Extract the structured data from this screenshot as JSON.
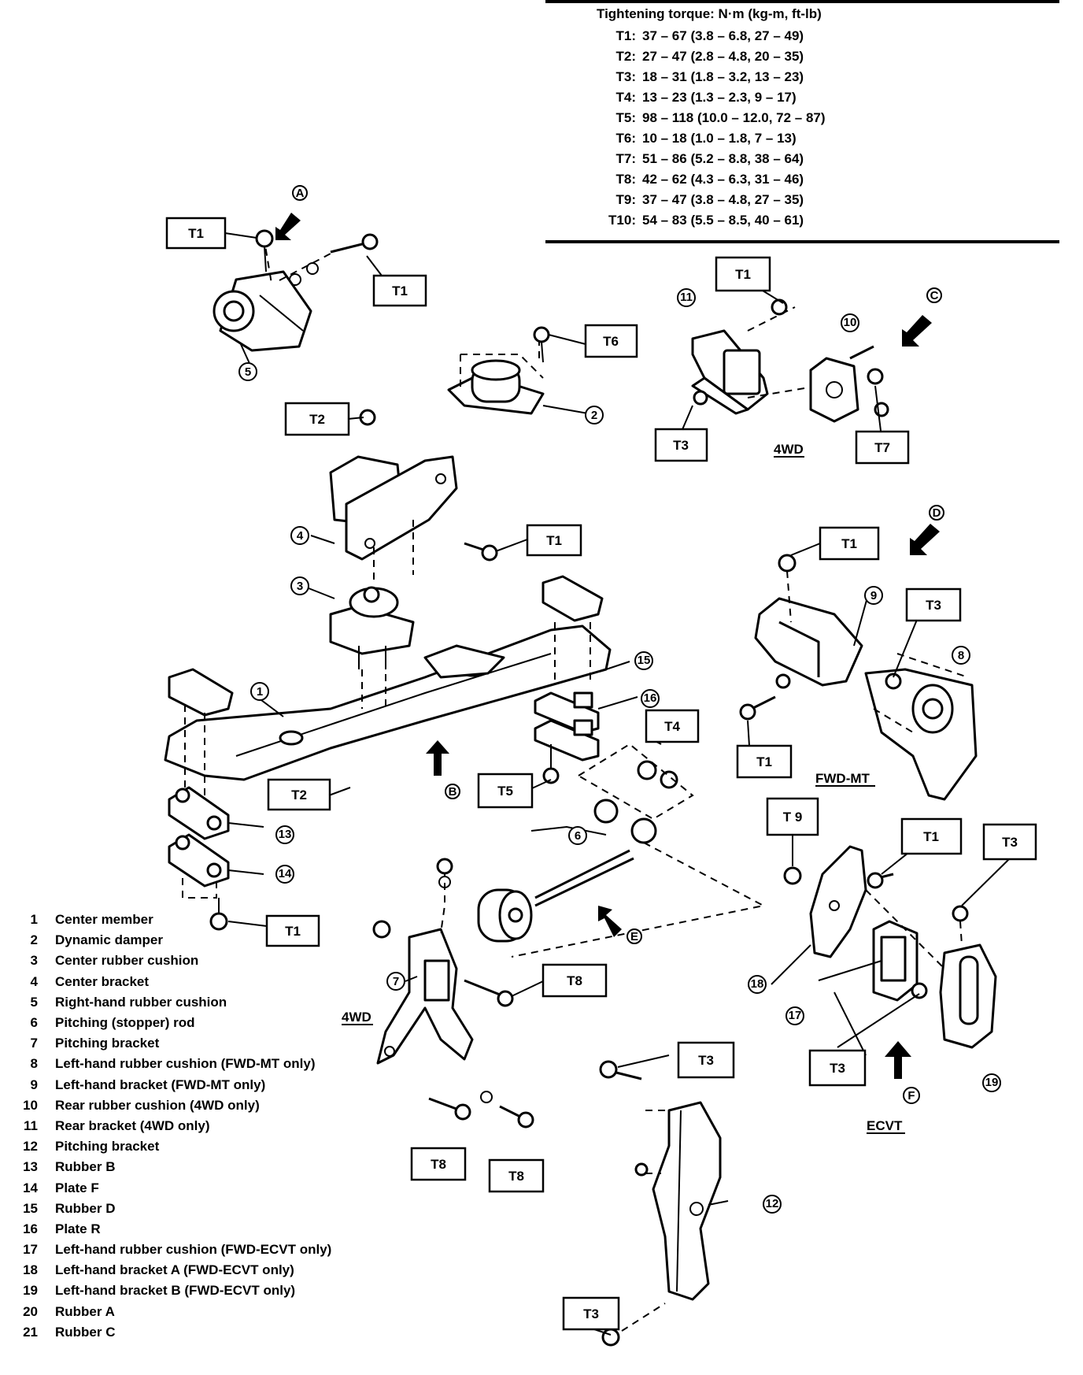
{
  "torque": {
    "title": "Tightening torque:  N·m (kg-m, ft-lb)",
    "rows": [
      {
        "key": "T1:",
        "value": "37 – 67 (3.8 – 6.8, 27 – 49)"
      },
      {
        "key": "T2:",
        "value": "27 – 47 (2.8 – 4.8, 20 – 35)"
      },
      {
        "key": "T3:",
        "value": "18 – 31 (1.8 – 3.2, 13 – 23)"
      },
      {
        "key": "T4:",
        "value": "13 – 23 (1.3 – 2.3, 9 – 17)"
      },
      {
        "key": "T5:",
        "value": "98 – 118 (10.0 – 12.0, 72 – 87)"
      },
      {
        "key": "T6:",
        "value": "10 – 18 (1.0 – 1.8, 7 – 13)"
      },
      {
        "key": "T7:",
        "value": "51 – 86 (5.2 – 8.8, 38 – 64)"
      },
      {
        "key": "T8:",
        "value": "42 – 62 (4.3 – 6.3, 31 – 46)"
      },
      {
        "key": "T9:",
        "value": "37 – 47 (3.8 – 4.8, 27 – 35)"
      },
      {
        "key": "T10:",
        "value": "54 – 83 (5.5 – 8.5, 40 – 61)"
      }
    ]
  },
  "legend": [
    {
      "num": "1",
      "desc": "Center member"
    },
    {
      "num": "2",
      "desc": "Dynamic damper"
    },
    {
      "num": "3",
      "desc": "Center rubber cushion"
    },
    {
      "num": "4",
      "desc": "Center bracket"
    },
    {
      "num": "5",
      "desc": "Right-hand rubber cushion"
    },
    {
      "num": "6",
      "desc": "Pitching (stopper) rod"
    },
    {
      "num": "7",
      "desc": "Pitching bracket"
    },
    {
      "num": "8",
      "desc": "Left-hand rubber cushion (FWD-MT only)"
    },
    {
      "num": "9",
      "desc": "Left-hand bracket (FWD-MT only)"
    },
    {
      "num": "10",
      "desc": "Rear rubber cushion (4WD only)"
    },
    {
      "num": "11",
      "desc": "Rear bracket (4WD only)"
    },
    {
      "num": "12",
      "desc": "Pitching bracket"
    },
    {
      "num": "13",
      "desc": "Rubber B"
    },
    {
      "num": "14",
      "desc": "Plate F"
    },
    {
      "num": "15",
      "desc": "Rubber D"
    },
    {
      "num": "16",
      "desc": "Plate R"
    },
    {
      "num": "17",
      "desc": "Left-hand rubber cushion (FWD-ECVT only)"
    },
    {
      "num": "18",
      "desc": "Left-hand bracket A (FWD-ECVT only)"
    },
    {
      "num": "19",
      "desc": "Left-hand bracket B (FWD-ECVT only)"
    },
    {
      "num": "20",
      "desc": "Rubber A"
    },
    {
      "num": "21",
      "desc": "Rubber C"
    }
  ],
  "callouts": {
    "t1": "T1",
    "t2": "T2",
    "t3": "T3",
    "t4": "T4",
    "t5": "T5",
    "t6": "T6",
    "t7": "T7",
    "t8": "T8",
    "t9": "T 9"
  },
  "views": {
    "a": "A",
    "b": "B",
    "c": "C",
    "d": "D",
    "e": "E",
    "f": "F"
  },
  "section_labels": {
    "fourwd": "4WD",
    "fwdmt": "FWD-MT",
    "ecvt": "ECVT"
  },
  "part_numbers": [
    "1",
    "2",
    "3",
    "4",
    "5",
    "6",
    "7",
    "8",
    "9",
    "10",
    "11",
    "12",
    "13",
    "14",
    "15",
    "16",
    "17",
    "18",
    "19"
  ]
}
